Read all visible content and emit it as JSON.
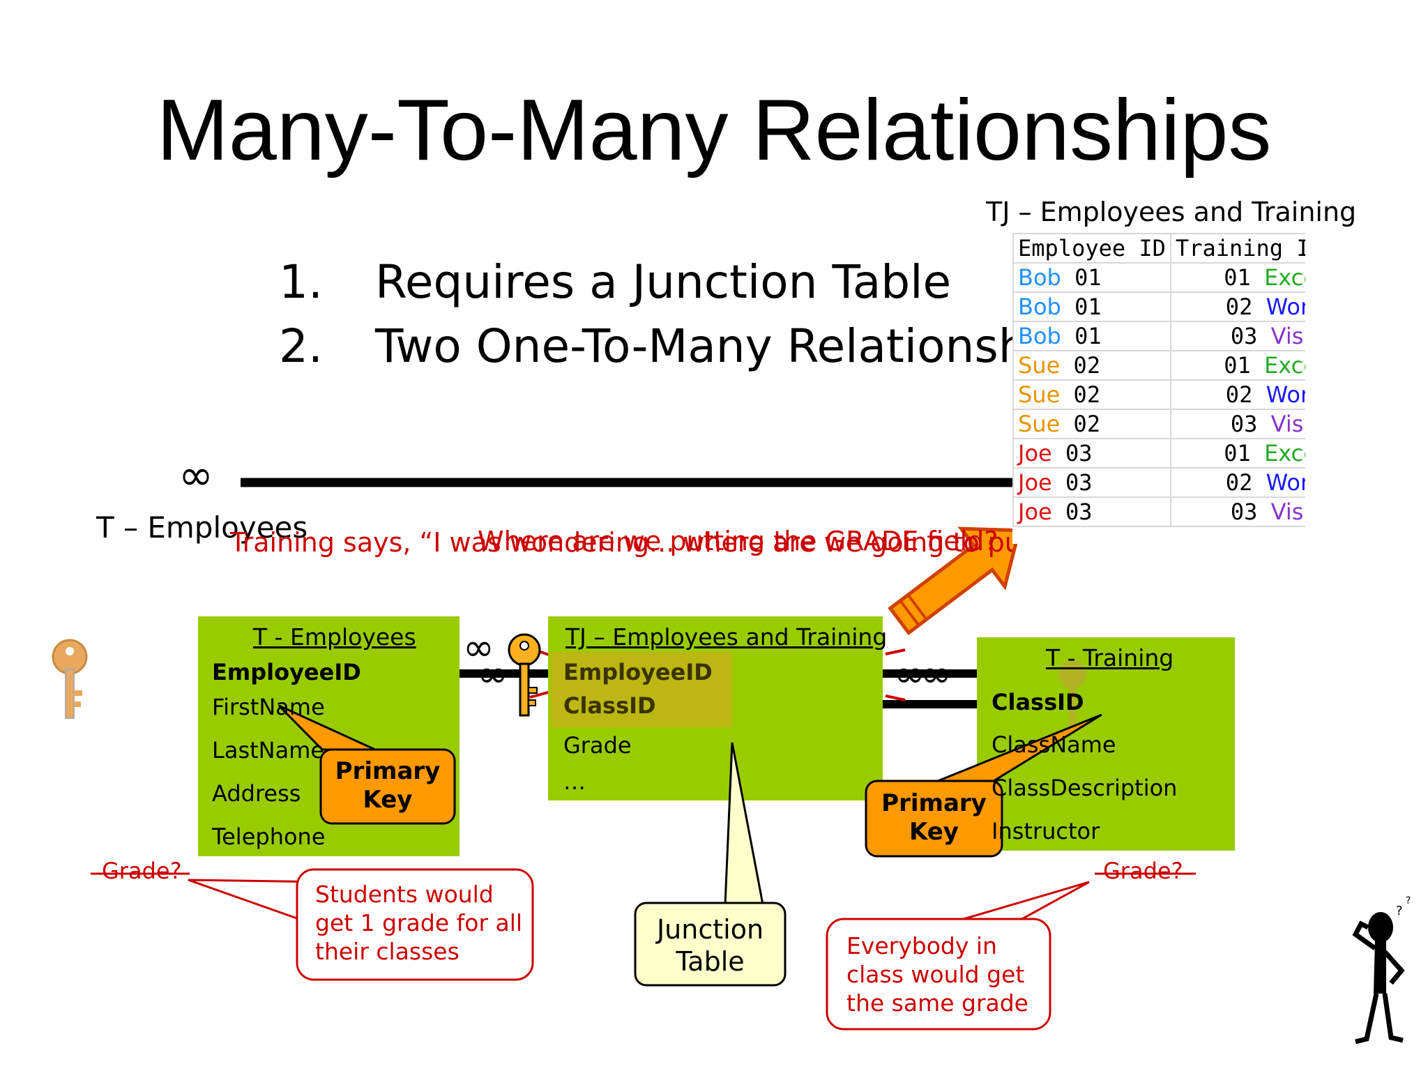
{
  "title": "Many-To-Many Relationships",
  "bullets": [
    {
      "num": "1.",
      "text": "Requires a Junction Table"
    },
    {
      "num": "2.",
      "text": "Two One-To-Many Relationshi"
    }
  ],
  "top_diagram": {
    "left_symbol": "∞",
    "left_label": "T – Employees",
    "overlap_text_1": "Training says, “I was wondering... where are we going to put th",
    "overlap_text_2": "Where are we putting the GRADE field?"
  },
  "tj_table": {
    "caption": "TJ – Employees and Training",
    "headers": [
      "Employee ID",
      "Training ID"
    ],
    "rows": [
      {
        "name": "Bob",
        "eid": "01",
        "tid": "01",
        "course": "Excel",
        "name_color": "#1e90ff",
        "course_color": "#22aa22"
      },
      {
        "name": "Bob",
        "eid": "01",
        "tid": "02",
        "course": "Word",
        "name_color": "#1e90ff",
        "course_color": "#1a1aff"
      },
      {
        "name": "Bob",
        "eid": "01",
        "tid": "03",
        "course": "Visio",
        "name_color": "#1e90ff",
        "course_color": "#8833cc"
      },
      {
        "name": "Sue",
        "eid": "02",
        "tid": "01",
        "course": "Excel",
        "name_color": "#e69500",
        "course_color": "#22aa22"
      },
      {
        "name": "Sue",
        "eid": "02",
        "tid": "02",
        "course": "Word",
        "name_color": "#e69500",
        "course_color": "#1a1aff"
      },
      {
        "name": "Sue",
        "eid": "02",
        "tid": "03",
        "course": "Visio",
        "name_color": "#e69500",
        "course_color": "#8833cc"
      },
      {
        "name": "Joe",
        "eid": "03",
        "tid": "01",
        "course": "Excel",
        "name_color": "#dd1111",
        "course_color": "#22aa22"
      },
      {
        "name": "Joe",
        "eid": "03",
        "tid": "02",
        "course": "Word",
        "name_color": "#dd1111",
        "course_color": "#1a1aff"
      },
      {
        "name": "Joe",
        "eid": "03",
        "tid": "03",
        "course": "Visio",
        "name_color": "#dd1111",
        "course_color": "#8833cc"
      }
    ]
  },
  "employees_box": {
    "heading": "T - Employees",
    "fields": [
      "EmployeeID",
      "FirstName",
      "LastName",
      "Address",
      "Telephone"
    ]
  },
  "junction_box": {
    "heading": "TJ – Employees and Training",
    "fields": [
      "EmployeeID",
      "ClassID",
      "Grade",
      "…"
    ]
  },
  "training_box": {
    "heading": "T - Training",
    "fields": [
      "ClassID",
      "ClassName",
      "ClassDescription",
      "Instructor"
    ]
  },
  "primary_key_label_1": "Primary Key",
  "primary_key_label_2": "Primary Key",
  "junction_callout": "Junction Table",
  "grade_left": "Grade?",
  "grade_right": "Grade?",
  "callout_left": "Students would get 1 grade for all their classes",
  "callout_right": "Everybody in class would get the same grade",
  "infinity": "∞",
  "colors": {
    "box_green": "#99cc00",
    "callout_orange": "#ff9900",
    "callout_yellow": "#ffffcc",
    "red": "#cc0000"
  }
}
